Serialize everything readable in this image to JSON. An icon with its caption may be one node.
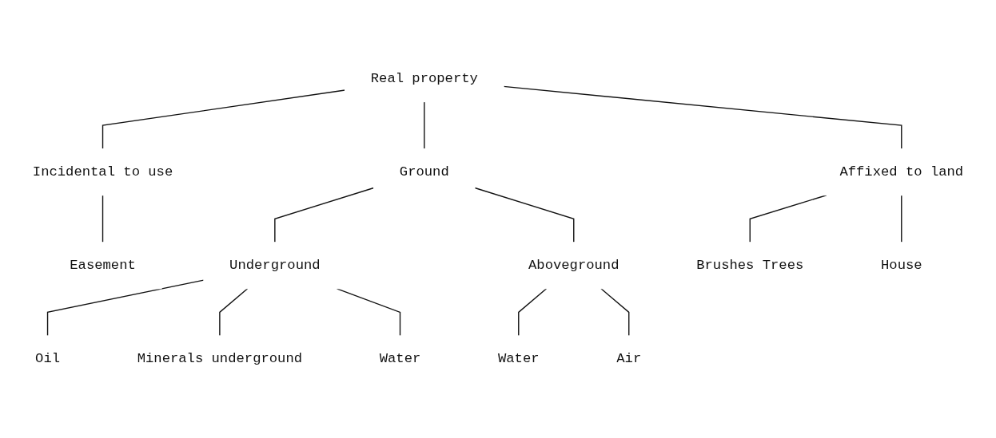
{
  "diagram": {
    "nodes": [
      {
        "text": [
          "Real property"
        ]
      },
      {
        "text": [
          "Incidental to use"
        ]
      },
      {
        "text": [
          "Ground"
        ]
      },
      {
        "text": [
          "Affixed to land"
        ]
      },
      {
        "text": [
          "Easement"
        ]
      },
      {
        "text": [
          "Underground"
        ]
      },
      {
        "text": [
          "Aboveground"
        ]
      },
      {
        "text": [
          "Brushes Trees"
        ]
      },
      {
        "text": [
          "House"
        ]
      },
      {
        "text": [
          "Oil"
        ]
      },
      {
        "text": [
          "Minerals underground"
        ]
      },
      {
        "text": [
          "Water"
        ]
      },
      {
        "text": [
          "Water"
        ]
      },
      {
        "text": [
          "Air"
        ]
      }
    ],
    "edges": [
      {
        "from": 0,
        "to": 1,
        "arrow": "none"
      },
      {
        "from": 0,
        "to": 2,
        "arrow": "none"
      },
      {
        "from": 0,
        "to": 3,
        "arrow": "none"
      },
      {
        "from": 1,
        "to": 4,
        "arrow": "none"
      },
      {
        "from": 2,
        "to": 5,
        "arrow": "none"
      },
      {
        "from": 2,
        "to": 6,
        "arrow": "none"
      },
      {
        "from": 3,
        "to": 7,
        "arrow": "none"
      },
      {
        "from": 3,
        "to": 8,
        "arrow": "none"
      },
      {
        "from": 5,
        "to": 9,
        "arrow": "none"
      },
      {
        "from": 5,
        "to": 10,
        "arrow": "none"
      },
      {
        "from": 5,
        "to": 11,
        "arrow": "none"
      },
      {
        "from": 6,
        "to": 12,
        "arrow": "none"
      },
      {
        "from": 6,
        "to": 13,
        "arrow": "none"
      }
    ]
  }
}
